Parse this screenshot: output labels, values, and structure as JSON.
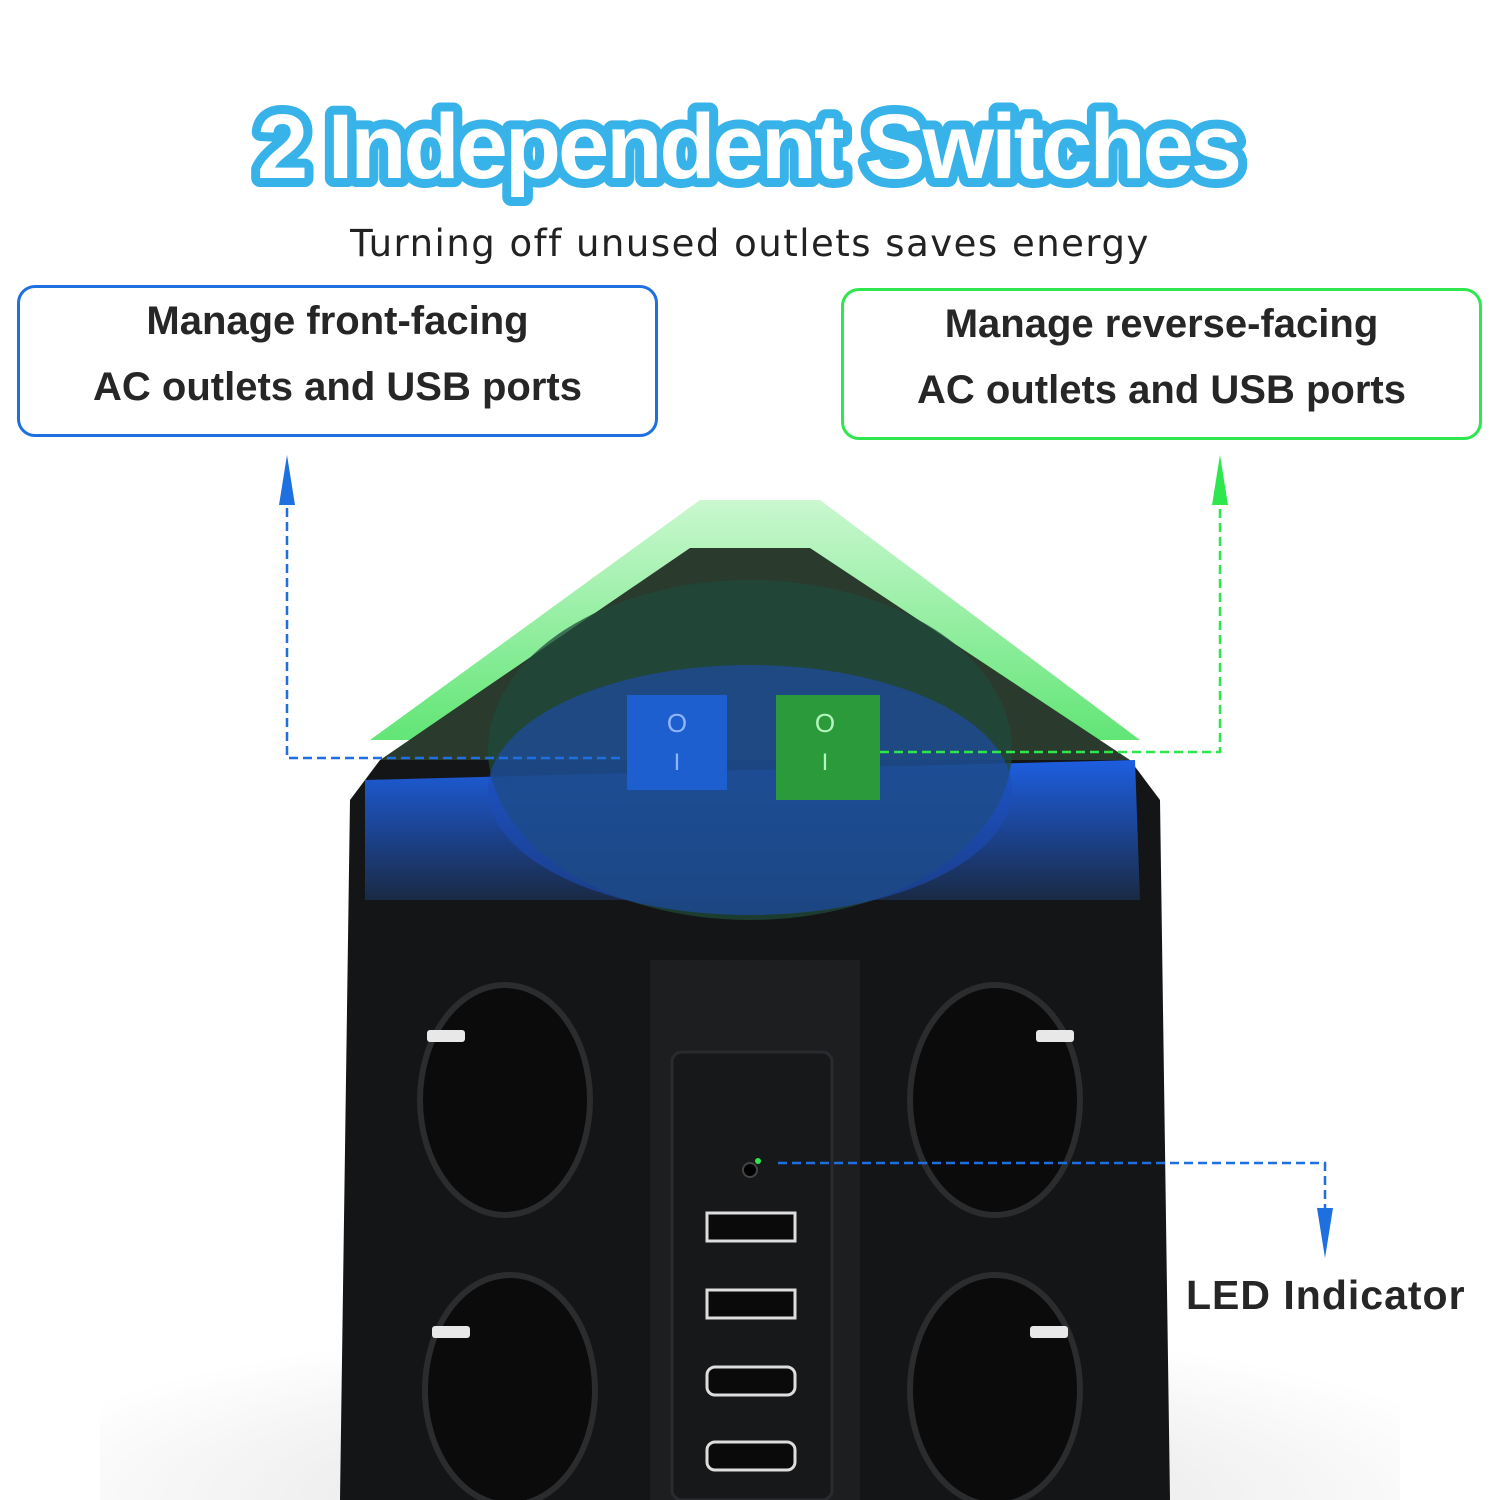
{
  "title": "2 Independent Switches",
  "subtitle": "Turning off unused outlets saves energy",
  "callouts": {
    "front": {
      "line1": "Manage front-facing",
      "line2": "AC outlets and USB ports",
      "color": "#1e6fe0"
    },
    "rear": {
      "line1": "Manage reverse-facing",
      "line2": "AC outlets and USB ports",
      "color": "#2ee64e"
    },
    "led": {
      "label": "LED Indicator",
      "color": "#1e6fe0"
    }
  },
  "switches": [
    {
      "name": "front",
      "on_symbol": "O",
      "off_symbol": "I",
      "color": "#1e5fd0"
    },
    {
      "name": "rear",
      "on_symbol": "O",
      "off_symbol": "I",
      "color": "#2a9a3a"
    }
  ]
}
